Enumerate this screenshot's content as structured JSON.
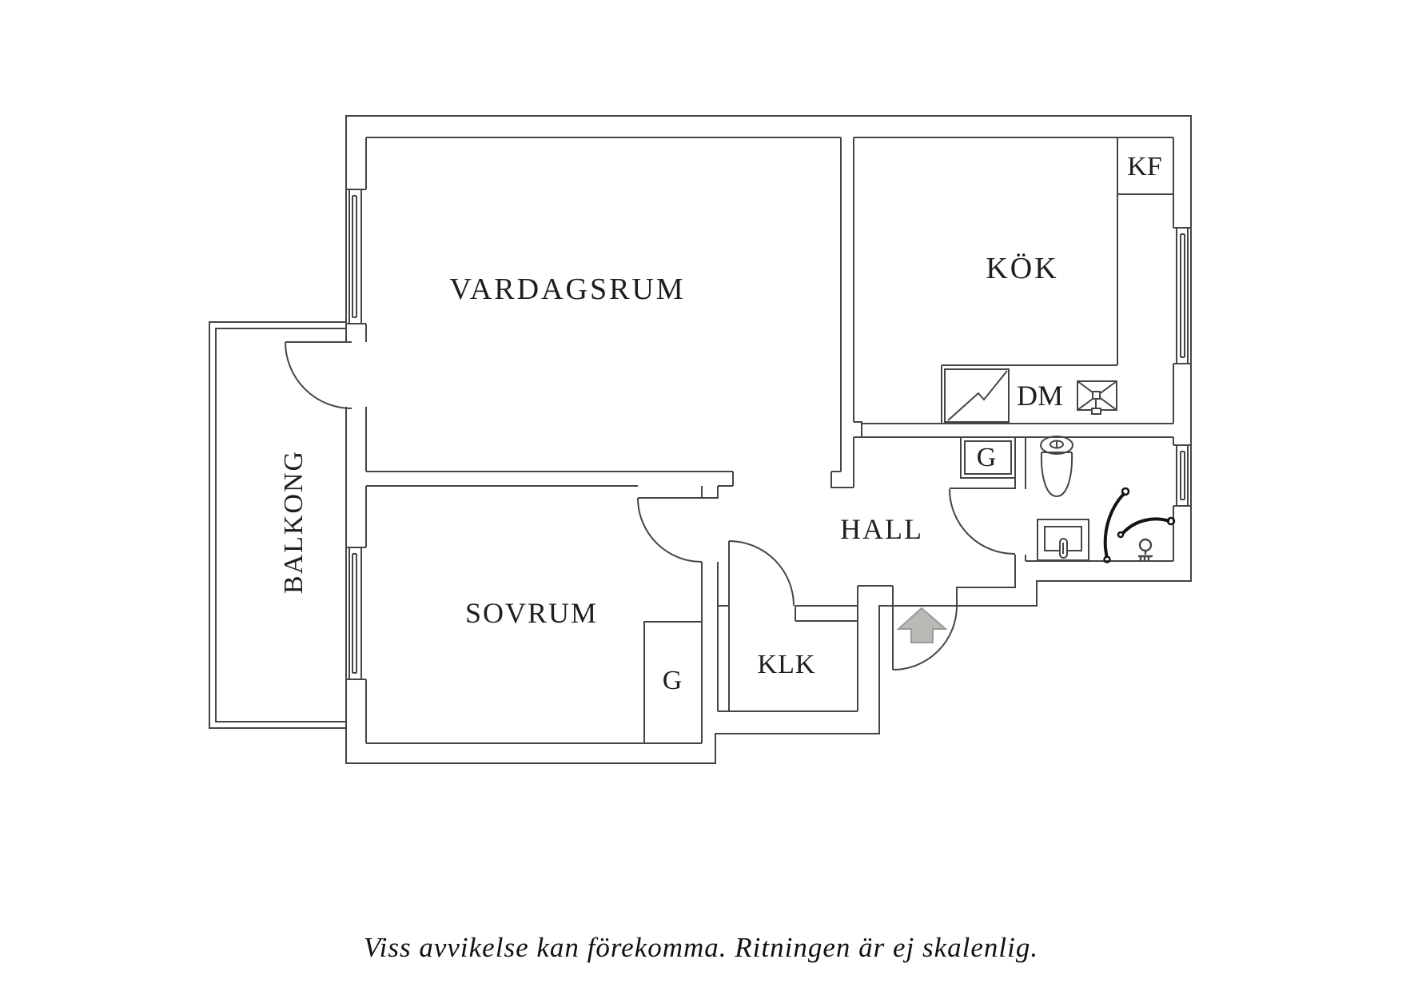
{
  "page": {
    "background": "#ffffff",
    "line_color": "#454545",
    "text_color": "#1e1e1e",
    "arrow_fill": "#b9b9b6",
    "arrow_stroke": "#9a9a97"
  },
  "rooms": {
    "vardagsrum": {
      "label": "VARDAGSRUM"
    },
    "kok": {
      "label": "KÖK"
    },
    "sovrum": {
      "label": "SOVRUM"
    },
    "hall": {
      "label": "HALL"
    },
    "klk": {
      "label": "KLK"
    },
    "balkong": {
      "label": "BALKONG"
    }
  },
  "fixtures": {
    "kf": {
      "label": "KF"
    },
    "dm": {
      "label": "DM"
    },
    "wardrobe_sovrum": {
      "label": "G"
    },
    "wardrobe_hall": {
      "label": "G"
    }
  },
  "icons": {
    "entry_arrow": "entry-direction-arrow",
    "toilet": "toilet-icon",
    "sinks": "sink-icon",
    "shower": "shower-mixer-icon",
    "stove": "stove-icon",
    "windows": "window-symbol",
    "doors": "door-swing-symbol"
  },
  "caption": {
    "text": "Viss avvikelse kan förekomma. Ritningen är ej skalenlig."
  }
}
